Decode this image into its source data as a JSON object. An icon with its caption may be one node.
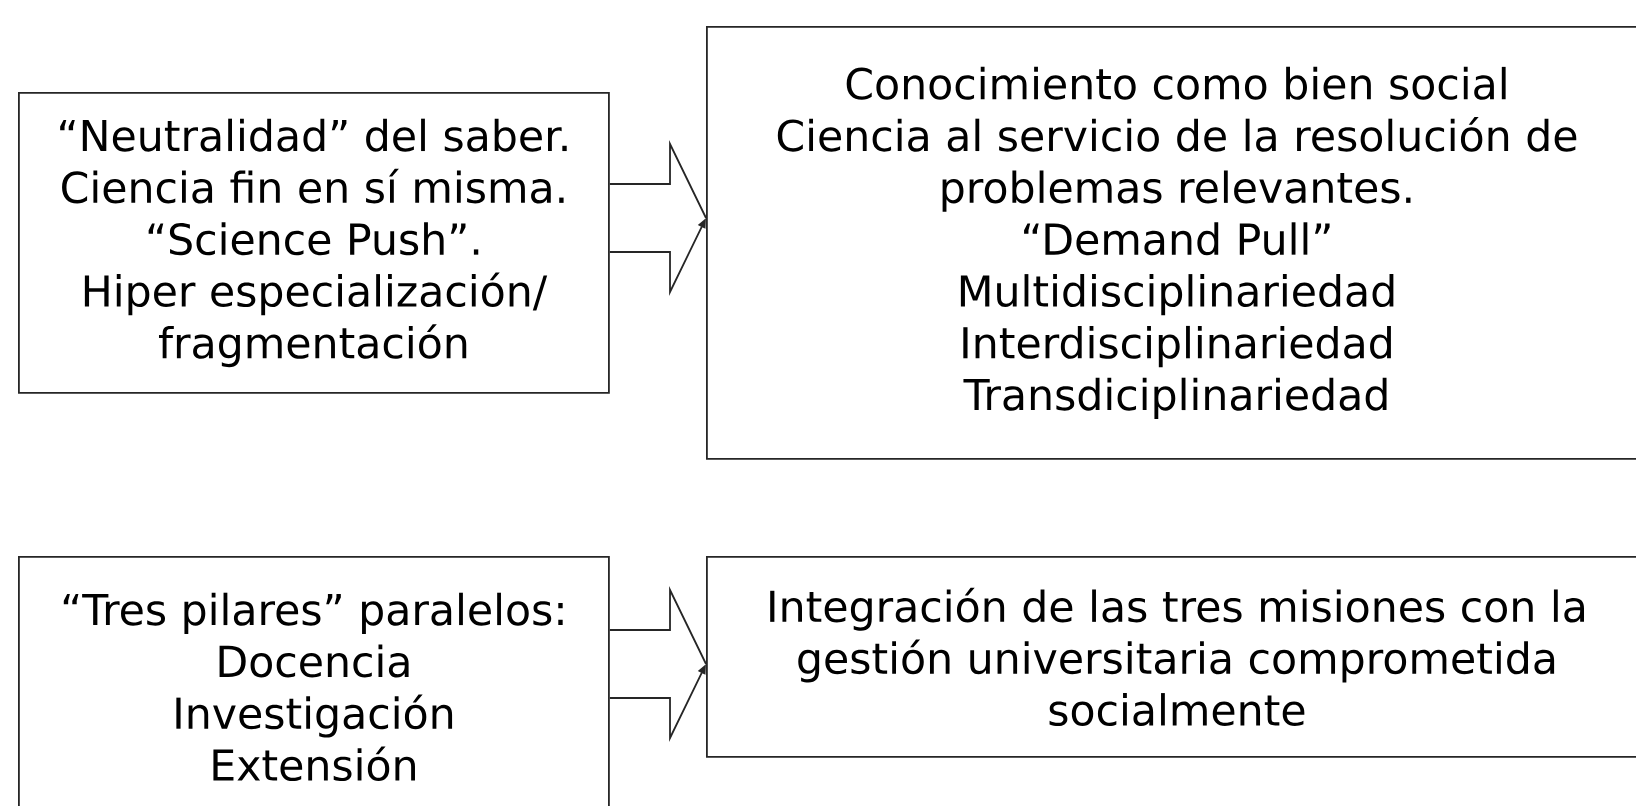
{
  "diagram": {
    "nodes": [
      {
        "text": [
          "“Neutralidad” del saber.",
          "Ciencia fin en sí misma.",
          "“Science Push”.",
          "Hiper especialización/ fragmentación"
        ]
      },
      {
        "text": [
          "Conocimiento como bien social",
          "Ciencia al servicio de la resolución de problemas relevantes.",
          "“Demand Pull”",
          "Multidisciplinariedad",
          "Interdisciplinariedad",
          "Transdiciplinariedad"
        ]
      },
      {
        "text": [
          "“Tres pilares” paralelos:",
          "Docencia",
          "Investigación",
          "Extensión"
        ]
      },
      {
        "text": [
          "Integración de las tres misiones con la gestión universitaria comprometida socialmente"
        ]
      }
    ],
    "edges": [
      {
        "from": 0,
        "to": 1,
        "arrow": "to"
      },
      {
        "from": 2,
        "to": 3,
        "arrow": "to"
      }
    ]
  }
}
